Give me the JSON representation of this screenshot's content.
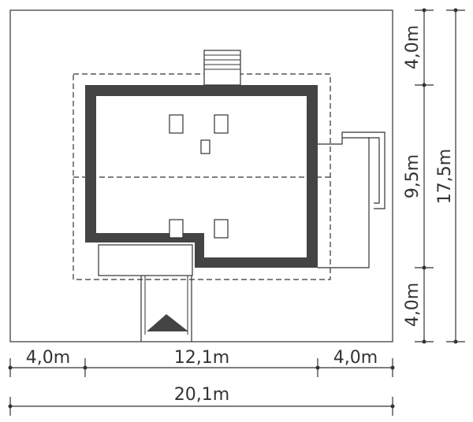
{
  "dimensions": {
    "horizontal": {
      "left_setback": "4,0m",
      "house_width": "12,1m",
      "right_setback": "4,0m",
      "total_width": "20,1m"
    },
    "vertical": {
      "top_setback": "4,0m",
      "house_depth": "9,5m",
      "bottom_setback": "4,0m",
      "total_depth": "17,5m"
    }
  },
  "colors": {
    "line": "#333333",
    "wall": "#444444",
    "background": "#ffffff"
  }
}
